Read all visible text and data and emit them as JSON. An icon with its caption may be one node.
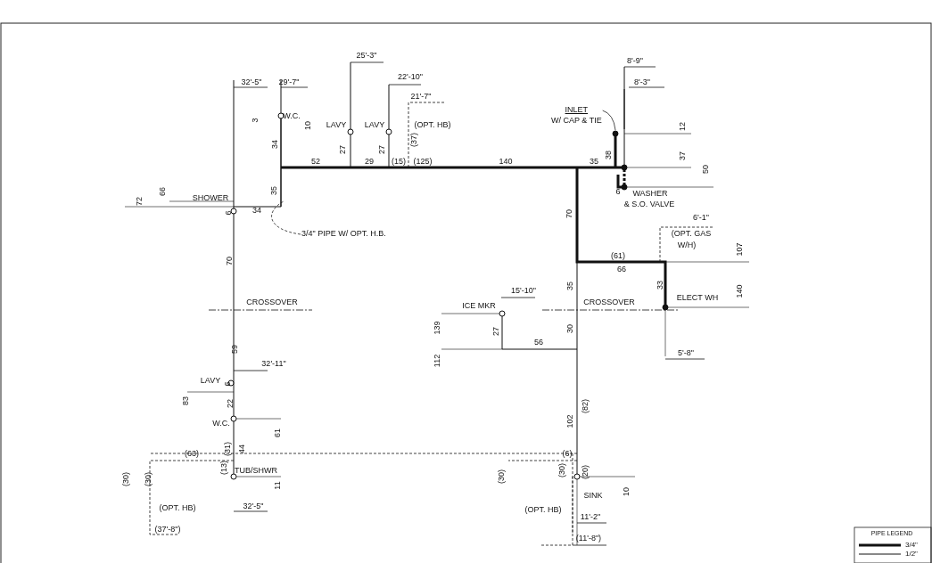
{
  "diagram": {
    "nodes": [
      {
        "text": [
          "INLET",
          "W/ CAP & TIE"
        ]
      },
      {
        "text": [
          "3/4\" PIPE W/ OPT. H.B."
        ]
      }
    ],
    "edges": [
      {
        "from": 0,
        "to": null,
        "arrow": "none"
      },
      {
        "from": 1,
        "to": null,
        "arrow": "none",
        "style": "dashed"
      }
    ],
    "labels": [
      "25'-3\"",
      "8'-9\"",
      "32'-5\"",
      "29'-7\"",
      "22'-10\"",
      "8'-3\"",
      "21'-7\"",
      "3",
      "W.C.",
      "10",
      "LAVY",
      "LAVY",
      "(OPT. HB)",
      "12",
      "34",
      "27",
      "27",
      "(37)",
      "38",
      "37",
      "52",
      "29",
      "(15)",
      "(125)",
      "140",
      "35",
      "50",
      "35",
      "6",
      "WASHER",
      "& S.O. VALVE",
      "72",
      "66",
      "SHOWER",
      "6",
      "34",
      "70",
      "6'-1\"",
      "(OPT. GAS",
      "W/H)",
      "107",
      "70",
      "(61)",
      "66",
      "35",
      "33",
      "15'-10\"",
      "140",
      "CROSSOVER",
      "CROSSOVER",
      "ELECT WH",
      "ICE MKR",
      "139",
      "27",
      "30",
      "56",
      "59",
      "5'-8\"",
      "112",
      "32'-11\"",
      "LAVY",
      "6",
      "83",
      "22",
      "W.C.",
      "61",
      "(82)",
      "102",
      "(31)",
      "44",
      "(63)",
      "(6)",
      "(30)",
      "(30)",
      "(13)",
      "TUB/SHWR",
      "(30)",
      "(30)",
      "(20)",
      "11",
      "SINK",
      "10",
      "(OPT. HB)",
      "32'-5\"",
      "(OPT. HB)",
      "11'-2\"",
      "(37'-8\")",
      "(11'-8\")",
      "PIPE LEGEND"
    ],
    "legend": [
      {
        "text": "3/4\""
      },
      {
        "text": "1/2\""
      }
    ]
  }
}
